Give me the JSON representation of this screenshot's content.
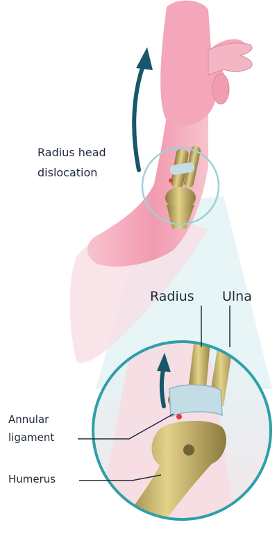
{
  "labels": {
    "radius_head_dislocation_line1": "Radius head",
    "radius_head_dislocation_line2": "dislocation",
    "radius": "Radius",
    "ulna": "Ulna",
    "annular_ligament_line1": "Annular",
    "annular_ligament_line2": "ligament",
    "humerus": "Humerus"
  },
  "colors": {
    "skin": "#f3a9b8",
    "skin_light": "#f7cfd6",
    "bone": "#d9c47e",
    "bone_dark": "#9b8a4a",
    "ligament": "#b9d3de",
    "arrow": "#16576b",
    "lens_border": "#2f9fa8",
    "lens_fill": "#e9f6f8",
    "text": "#1e2a3a"
  }
}
